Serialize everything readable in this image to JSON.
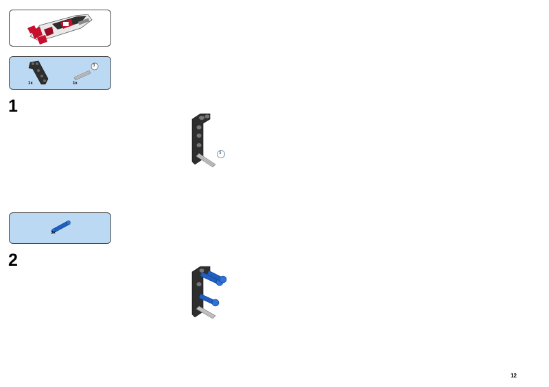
{
  "preview": {
    "icon": "car-model-icon"
  },
  "steps": [
    {
      "number": "1",
      "parts": [
        {
          "qty": "1x",
          "icon": "black-angled-beam-icon"
        },
        {
          "qty": "1x",
          "icon": "grey-axle-icon",
          "length": "3"
        }
      ],
      "callout_length": "3"
    },
    {
      "number": "2",
      "parts": [
        {
          "qty": "3x",
          "icon": "blue-pin-icon"
        }
      ]
    }
  ],
  "page_number": "12",
  "colors": {
    "parts_box_bg": "#bcd9f3",
    "beam": "#2e2e2e",
    "axle": "#bfbfbf",
    "pin_blue": "#1f5fc2",
    "car_red": "#c8102e"
  }
}
